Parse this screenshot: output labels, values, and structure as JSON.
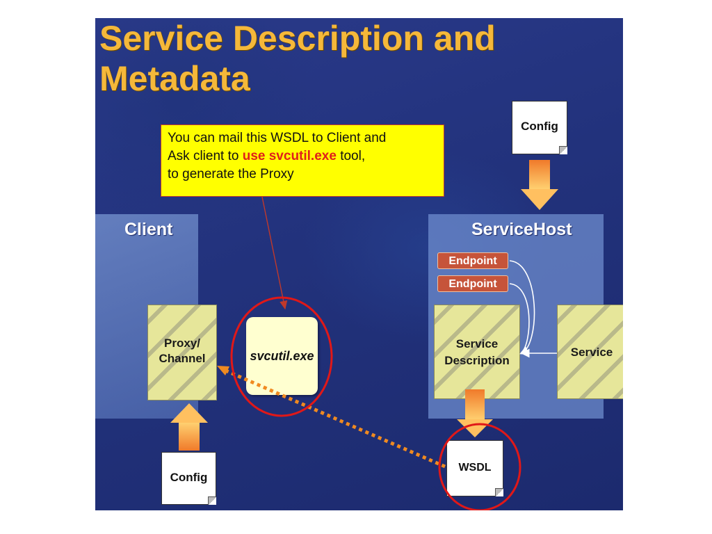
{
  "title": {
    "line1": "Service Description and",
    "line2": "Metadata"
  },
  "callout": {
    "line1": "You can mail this WSDL to Client and",
    "line2_pre": "Ask  client to ",
    "line2_highlight": "use svcutil.exe",
    "line2_post": " tool,",
    "line3": "to generate the Proxy"
  },
  "client": {
    "title": "Client",
    "proxy_line1": "Proxy/",
    "proxy_line2": "Channel",
    "config": "Config"
  },
  "tool": {
    "label": "svcutil.exe"
  },
  "servicehost": {
    "title": "ServiceHost",
    "endpoints": [
      "Endpoint",
      "Endpoint"
    ],
    "description_line1": "Service",
    "description_line2": "Description",
    "service": "Service",
    "config": "Config",
    "wsdl": "WSDL"
  },
  "colors": {
    "title": "#f5b83a",
    "callout_bg": "#ffff00",
    "highlight": "#e0201a",
    "endpoint": "#c6543a",
    "circle": "#e01818",
    "dotted_arrow": "#f08a20"
  }
}
